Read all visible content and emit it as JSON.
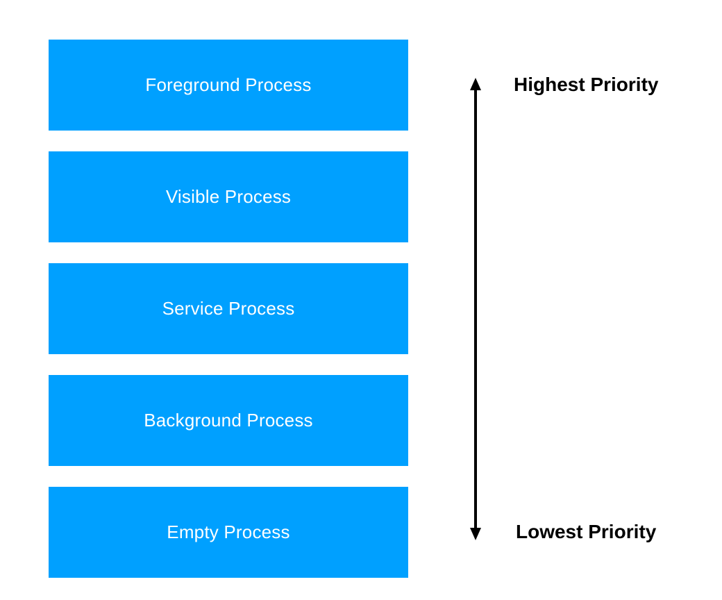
{
  "processes": [
    {
      "label": "Foreground Process"
    },
    {
      "label": "Visible Process"
    },
    {
      "label": "Service Process"
    },
    {
      "label": "Background Process"
    },
    {
      "label": "Empty Process"
    }
  ],
  "priority": {
    "high_label": "Highest Priority",
    "low_label": "Lowest Priority"
  },
  "colors": {
    "box_fill": "#00a0ff",
    "box_text": "#ffffff",
    "arrow": "#000000"
  }
}
